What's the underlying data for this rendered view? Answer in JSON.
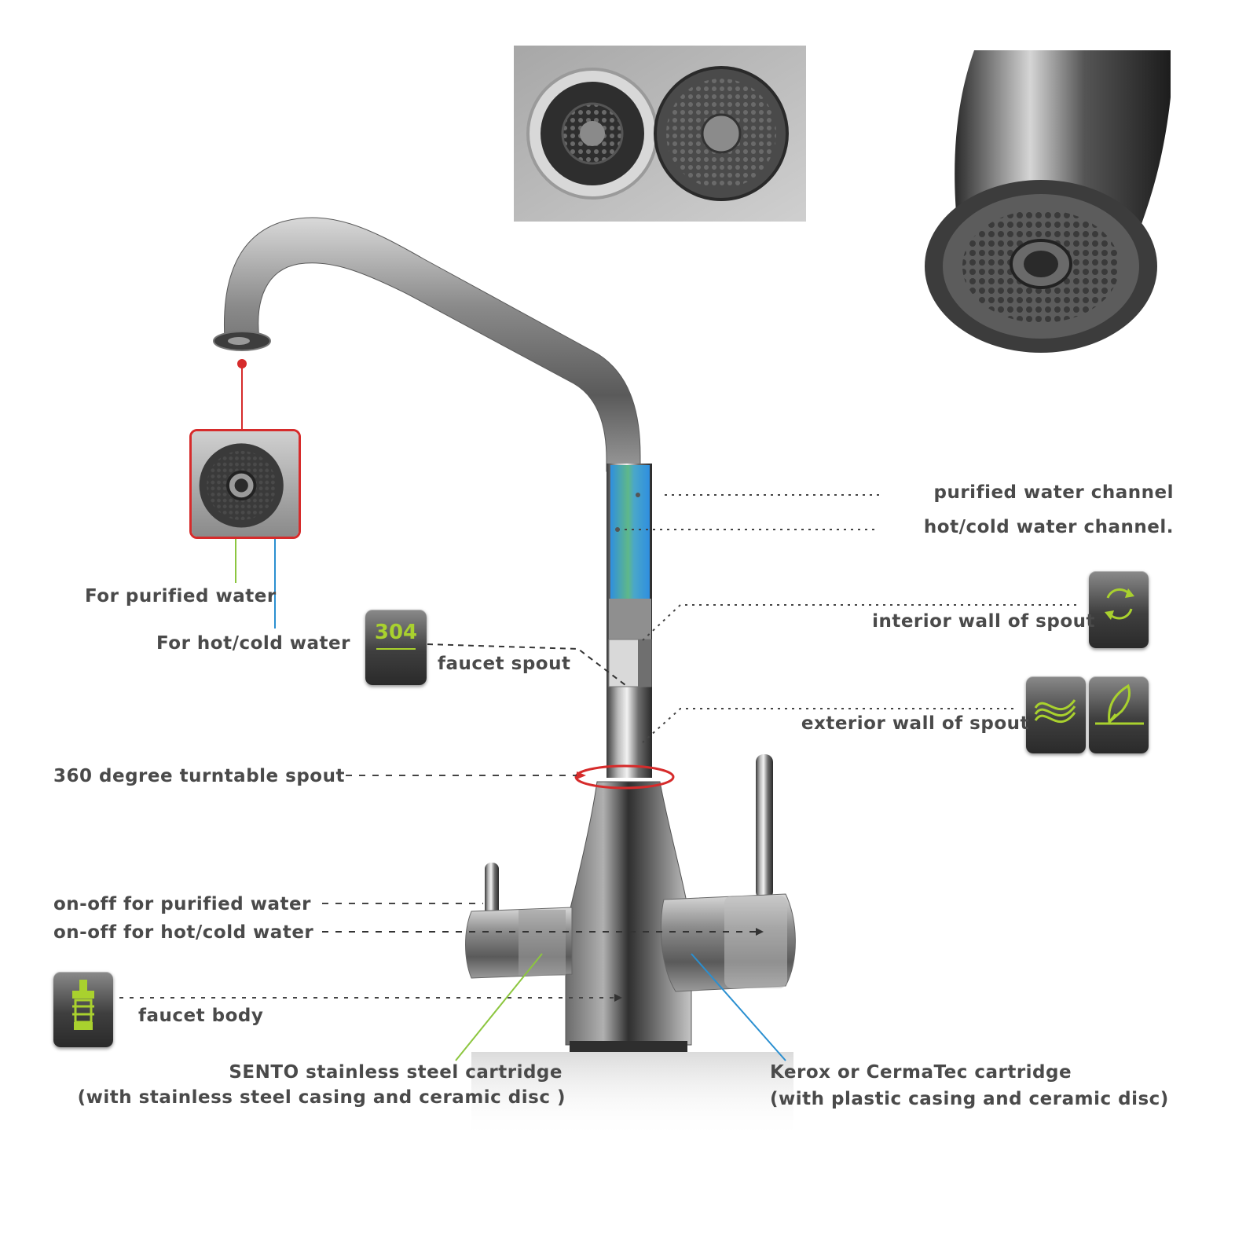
{
  "labels": {
    "purified_channel": "purified  water channel",
    "hotcold_channel": "hot/cold water channel.",
    "for_purified": "For purified water",
    "for_hotcold": "For hot/cold water",
    "faucet_spout": "faucet spout",
    "interior_wall": "interior wall of spout",
    "exterior_wall": "exterior wall of spout",
    "turntable": "360 degree turntable spout",
    "onoff_purified": "on-off for purified water",
    "onoff_hotcold": "on-off for hot/cold water",
    "faucet_body": "faucet body",
    "sento_line1": "SENTO stainless steel cartridge",
    "sento_line2": "(with stainless steel casing and ceramic disc )",
    "kerox_line1": "Kerox or CermaTec cartridge",
    "kerox_line2": "(with plastic casing and ceramic disc)"
  },
  "badge": {
    "material": "304"
  },
  "icons": {
    "material_badge": "stainless-304-icon",
    "interior_wall": "recycle-arrows-icon",
    "exterior_wall_a": "wave-surface-icon",
    "exterior_wall_b": "feather-icon",
    "faucet_body": "cartridge-icon"
  },
  "colors": {
    "label_text": "#4a4a4a",
    "badge_green": "#a9d12e",
    "purified_leader": "#8cc63f",
    "hotcold_leader": "#2a8fd0",
    "turntable_ring": "#d62b2b",
    "channel_blue": "#2f8fe0",
    "channel_green": "#5fb889",
    "highlight_frame": "#d62b2b"
  }
}
